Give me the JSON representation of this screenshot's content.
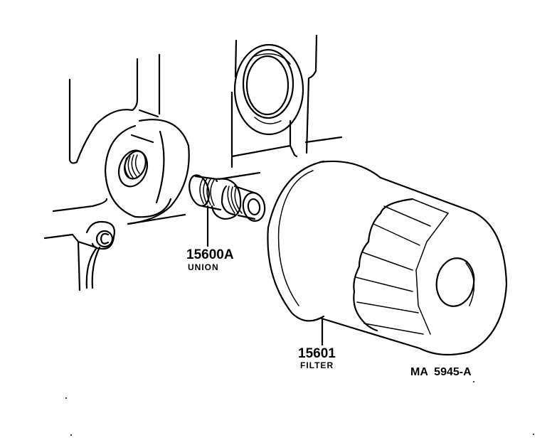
{
  "diagram": {
    "type": "exploded parts illustration",
    "colors": {
      "line": "#000000",
      "background": "#ffffff"
    },
    "parts": [
      {
        "part_number": "15600A",
        "name": "UNION"
      },
      {
        "part_number": "15601",
        "name": "FILTER"
      }
    ],
    "figure_code": "MA  5945-A"
  }
}
